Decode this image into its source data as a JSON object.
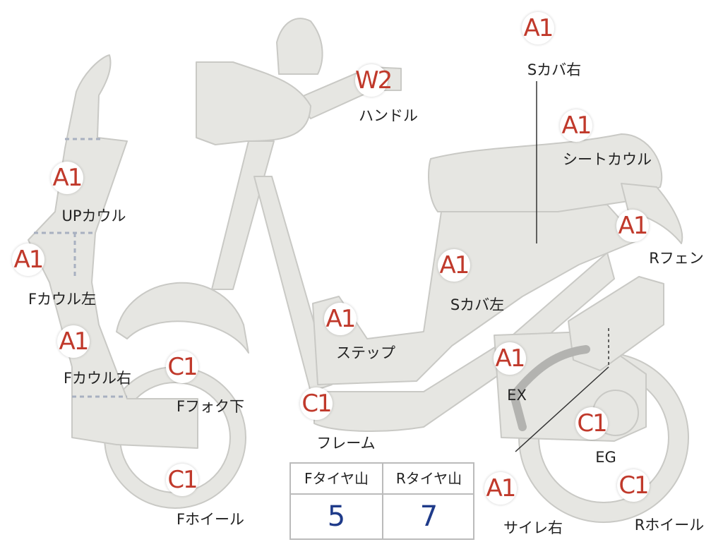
{
  "parts": [
    {
      "id": "s-cover-right",
      "grade": "A1",
      "label": "Sカバ右"
    },
    {
      "id": "handle",
      "grade": "W2",
      "label": "ハンドル"
    },
    {
      "id": "seat-cowl",
      "grade": "A1",
      "label": "シートカウル"
    },
    {
      "id": "up-cowl",
      "grade": "A1",
      "label": "UPカウル"
    },
    {
      "id": "r-fender",
      "grade": "A1",
      "label": "Rフェン"
    },
    {
      "id": "f-cowl-left",
      "grade": "A1",
      "label": "Fカウル左"
    },
    {
      "id": "s-cover-left",
      "grade": "A1",
      "label": "Sカバ左"
    },
    {
      "id": "step",
      "grade": "A1",
      "label": "ステップ"
    },
    {
      "id": "f-cowl-right",
      "grade": "A1",
      "label": "Fカウル右"
    },
    {
      "id": "f-fork-lower",
      "grade": "C1",
      "label": "Fフォク下"
    },
    {
      "id": "ex",
      "grade": "A1",
      "label": "EX"
    },
    {
      "id": "frame",
      "grade": "C1",
      "label": "フレーム"
    },
    {
      "id": "eg",
      "grade": "C1",
      "label": "EG"
    },
    {
      "id": "f-wheel",
      "grade": "C1",
      "label": "Fホイール"
    },
    {
      "id": "silencer-right",
      "grade": "A1",
      "label": "サイレ右"
    },
    {
      "id": "r-wheel",
      "grade": "C1",
      "label": "Rホイール"
    }
  ],
  "tread": {
    "front_label": "Fタイヤ山",
    "front_value": "5",
    "rear_label": "Rタイヤ山",
    "rear_value": "7"
  },
  "colors": {
    "body_fill": "#e6e6e2",
    "body_stroke": "#c9c9c5",
    "grade_text": "#c0392b",
    "value_text": "#1f3b8a",
    "exhaust": "#b3b3b0"
  }
}
